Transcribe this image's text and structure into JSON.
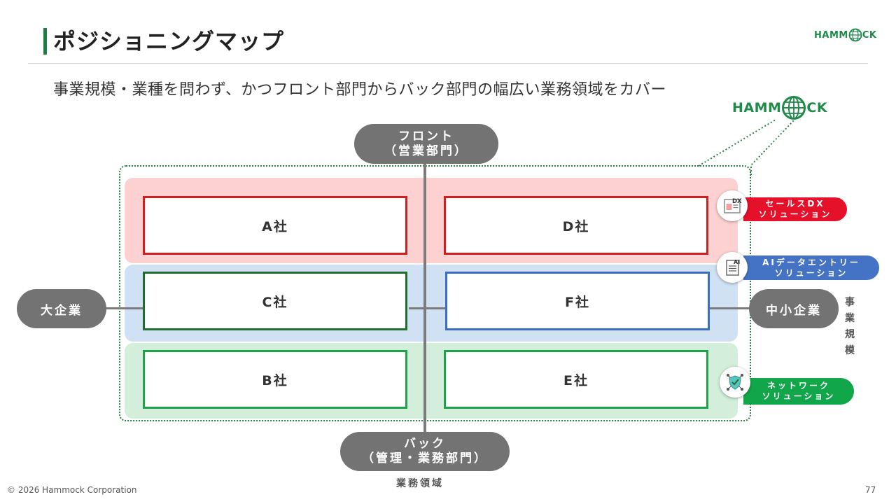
{
  "header": {
    "title": "ポジショニングマップ",
    "subtitle": "事業規模・業種を問わず、かつフロント部門からバック部門の幅広い業務領域をカバー"
  },
  "logo": {
    "text_left": "HAMM",
    "text_right": "CK",
    "brand_color": "#1f8a4a"
  },
  "axes": {
    "top_line1": "フロント",
    "top_line2": "（営業部門）",
    "bottom_line1": "バック",
    "bottom_line2": "（管理・業務部門）",
    "left": "大企業",
    "right": "中小企業",
    "vertical_axis_title": "業務領域",
    "horizontal_axis_title": "事業規模"
  },
  "companies": {
    "a": "A社",
    "d": "D社",
    "c": "C社",
    "f": "F社",
    "b": "B社",
    "e": "E社"
  },
  "solutions": {
    "sales": {
      "line1": "セールスDX",
      "line2": "ソリューション",
      "icon": "dx-document-icon",
      "color": "#e5102a"
    },
    "ai": {
      "line1": "AIデータエントリー",
      "line2": "ソリューション",
      "icon": "ai-document-icon",
      "color": "#4472c4"
    },
    "network": {
      "line1": "ネットワーク",
      "line2": "ソリューション",
      "icon": "network-shield-icon",
      "color": "#12a64a"
    }
  },
  "footer": {
    "copyright": "© 2026 Hammock Corporation",
    "page_number": "77"
  }
}
